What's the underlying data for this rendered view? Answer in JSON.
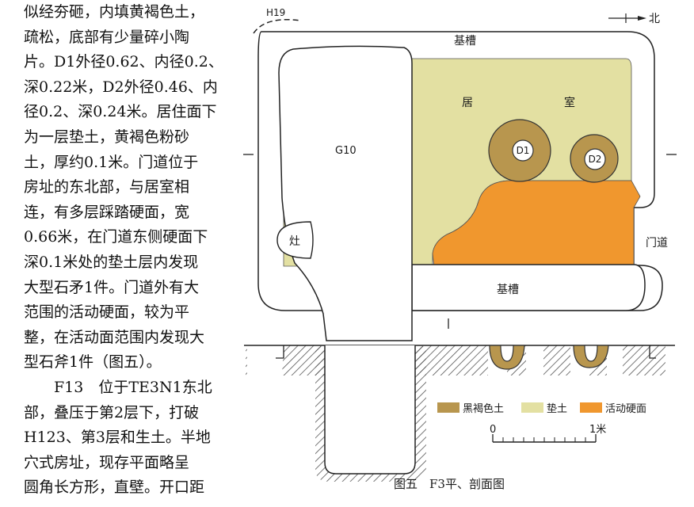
{
  "body_text": {
    "para1_lines": [
      "似经夯砸，内填黄褐色土，",
      "疏松，底部有少量碎小陶",
      "片。D1外径0.62、内径0.2、",
      "深0.22米，D2外径0.46、内",
      "径0.2、深0.24米。居住面下",
      "为一层垫土，黄褐色粉砂",
      "土，厚约0.1米。门道位于",
      "房址的东北部，与居室相",
      "连，有多层踩踏硬面，宽",
      "0.66米，在门道东侧硬面下",
      "深0.1米处的垫土层内发现",
      "大型石矛1件。门道外有大",
      "范围的活动硬面，较为平",
      "整，在活动面范围内发现大",
      "型石斧1件（图五）。"
    ],
    "para2_lines": [
      "F13　位于TE3N1东北",
      "部，叠压于第2层下，打破",
      "H123、第3层和生土。半地",
      "穴式房址，现存平面略呈",
      "圆角长方形，直壁。开口距"
    ]
  },
  "figure": {
    "label_h19": "H19",
    "label_north": "北",
    "label_jicao_top": "基槽",
    "label_jicao_bottom": "基槽",
    "label_ju": "居",
    "label_shi": "室",
    "label_g10": "G10",
    "label_d1": "D1",
    "label_d2": "D2",
    "label_zao": "灶",
    "label_mendao": "门道",
    "legend": [
      {
        "label": "黑褐色土",
        "color": "#b8964e"
      },
      {
        "label": "垫土",
        "color": "#e3e0a2"
      },
      {
        "label": "活动硬面",
        "color": "#f0972e"
      }
    ],
    "scale_start": "0",
    "scale_end": "1米",
    "caption": "图五　F3平、剖面图"
  }
}
